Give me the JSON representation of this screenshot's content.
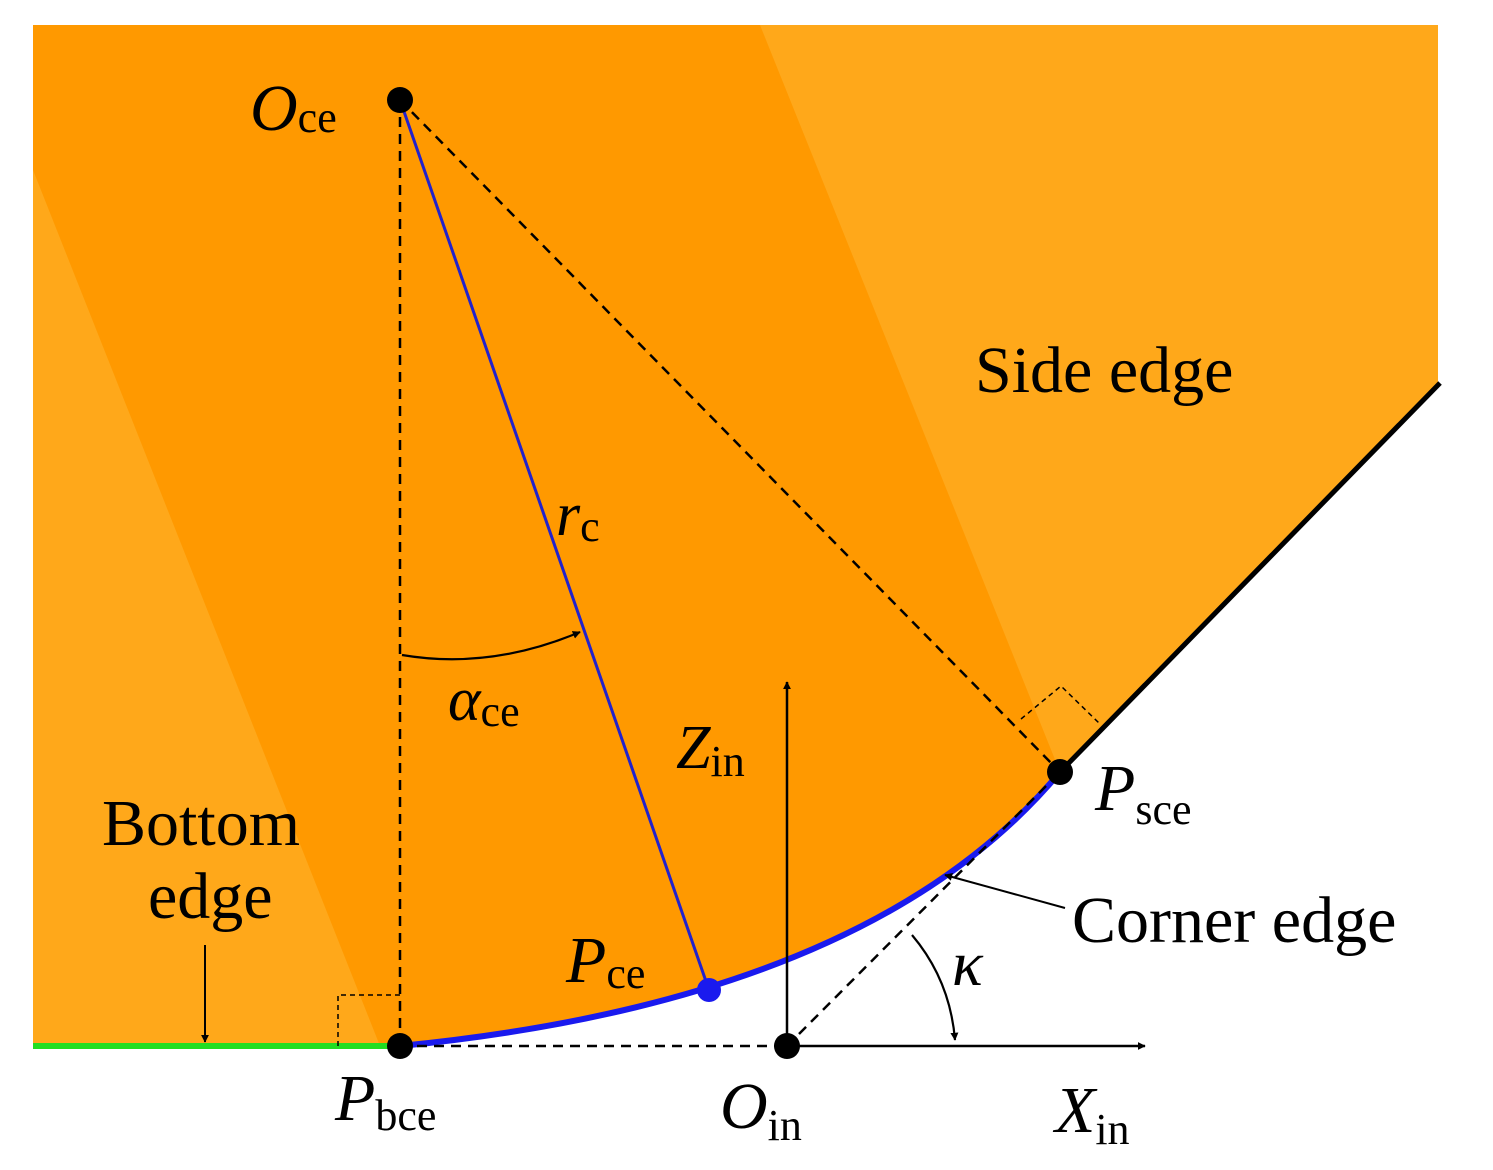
{
  "colors": {
    "background": "#ffffff",
    "tool_fill_dark": "#ff9900",
    "tool_fill_light": "#ffa81a",
    "bottom_edge": "#22dd22",
    "corner_edge": "#1a1aee",
    "radius_line": "#2222cc",
    "ink": "#000000"
  },
  "labels": {
    "o_ce": {
      "main": "O",
      "sub": "ce"
    },
    "r_c": {
      "main": "r",
      "sub": "c"
    },
    "alpha_ce": {
      "main": "α",
      "sub": "ce"
    },
    "z_in": {
      "main": "Z",
      "sub": "in"
    },
    "x_in": {
      "main": "X",
      "sub": "in"
    },
    "o_in": {
      "main": "O",
      "sub": "in"
    },
    "p_sce": {
      "main": "P",
      "sub": "sce"
    },
    "p_ce": {
      "main": "P",
      "sub": "ce"
    },
    "p_bce": {
      "main": "P",
      "sub": "bce"
    },
    "kappa": "κ",
    "side_edge": "Side edge",
    "corner_edge": "Corner edge",
    "bottom_edge_line1": "Bottom",
    "bottom_edge_line2": "edge"
  }
}
